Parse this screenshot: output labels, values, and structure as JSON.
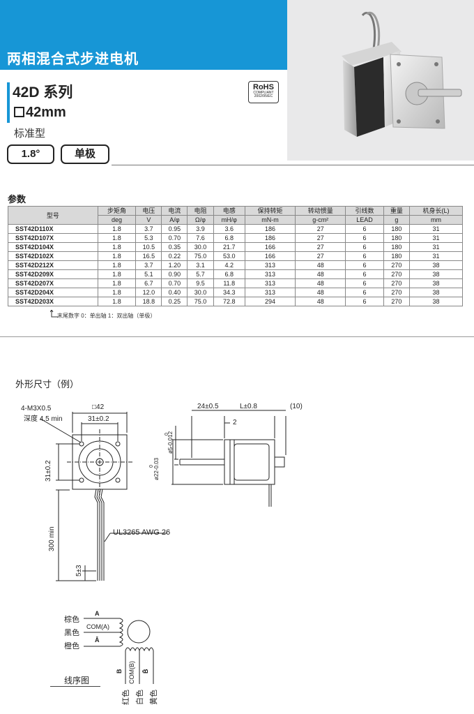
{
  "header": {
    "title": "两相混合式步进电机",
    "series": "42D 系列",
    "size_text": "42mm",
    "type_text": "标准型",
    "rohs": {
      "main": "RoHS",
      "line1": "COMPLIANT",
      "line2": "2002/95/EC"
    },
    "step_angle_badge": "1.8°",
    "polarity_badge": "单极"
  },
  "specs": {
    "section_label": "参数",
    "headers": [
      "型号",
      "步矩角",
      "电压",
      "电流",
      "电阻",
      "电感",
      "保持转矩",
      "转动惯量",
      "引线数",
      "重量",
      "机身长(L)"
    ],
    "units": [
      "",
      "deg",
      "V",
      "A/φ",
      "Ω/φ",
      "mH/φ",
      "mN-m",
      "g-cm²",
      "LEAD",
      "g",
      "mm"
    ],
    "rows": [
      [
        "SST42D110X",
        "1.8",
        "3.7",
        "0.95",
        "3.9",
        "3.6",
        "186",
        "27",
        "6",
        "180",
        "31"
      ],
      [
        "SST42D107X",
        "1.8",
        "5.3",
        "0.70",
        "7.6",
        "6.8",
        "186",
        "27",
        "6",
        "180",
        "31"
      ],
      [
        "SST42D104X",
        "1.8",
        "10.5",
        "0.35",
        "30.0",
        "21.7",
        "166",
        "27",
        "6",
        "180",
        "31"
      ],
      [
        "SST42D102X",
        "1.8",
        "16.5",
        "0.22",
        "75.0",
        "53.0",
        "166",
        "27",
        "6",
        "180",
        "31"
      ],
      [
        "SST42D212X",
        "1.8",
        "3.7",
        "1.20",
        "3.1",
        "4.2",
        "313",
        "48",
        "6",
        "270",
        "38"
      ],
      [
        "SST42D209X",
        "1.8",
        "5.1",
        "0.90",
        "5.7",
        "6.8",
        "313",
        "48",
        "6",
        "270",
        "38"
      ],
      [
        "SST42D207X",
        "1.8",
        "6.7",
        "0.70",
        "9.5",
        "11.8",
        "313",
        "48",
        "6",
        "270",
        "38"
      ],
      [
        "SST42D204X",
        "1.8",
        "12.0",
        "0.40",
        "30.0",
        "34.3",
        "313",
        "48",
        "6",
        "270",
        "38"
      ],
      [
        "SST42D203X",
        "1.8",
        "18.8",
        "0.25",
        "75.0",
        "72.8",
        "294",
        "48",
        "6",
        "270",
        "38"
      ]
    ],
    "footnote": "末尾数字 0：单出轴 1：双出轴（单极）"
  },
  "drawing": {
    "title": "外形尺寸（例）",
    "labels": {
      "screw": "4-M3X0.5",
      "depth": "深度  4.5 min",
      "square": "□42",
      "pitch_h": "31±0.2",
      "pitch_v": "31±0.2",
      "shaft_len": "24±0.5",
      "body_len": "L±0.8",
      "rear": "(10)",
      "flat": "2",
      "shaft_dia": "ø5-0.012",
      "shaft_dia_top": "0",
      "boss_dia": "ø22-0.03",
      "boss_dia_top": "0",
      "lead_len": "300 min",
      "strip": "5±3",
      "cable": "UL3265 AWG 26"
    }
  },
  "wiring": {
    "title": "线序图",
    "phase_a": "A",
    "com_a": "COM(A)",
    "phase_a_bar": "Ā",
    "phase_b": "B",
    "com_b": "COM(B)",
    "phase_b_bar": "B̄",
    "colors_left": [
      "棕色",
      "黑色",
      "橙色"
    ],
    "colors_bottom": [
      "红色",
      "白色",
      "黄色"
    ]
  }
}
